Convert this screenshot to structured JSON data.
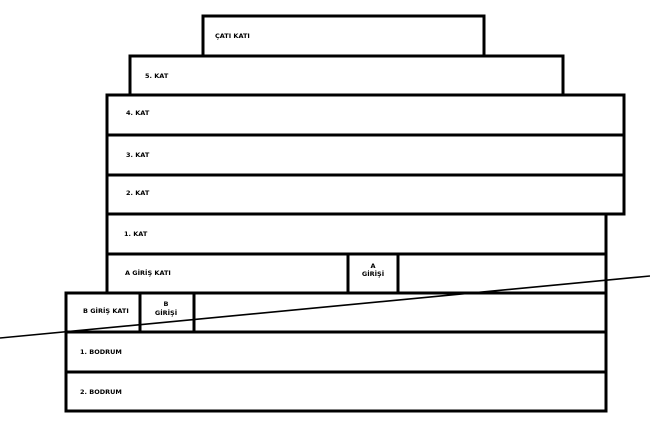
{
  "floors": {
    "cati": "ÇATI KATI",
    "kat5": "5. KAT",
    "kat4": "4. KAT",
    "kat3": "3. KAT",
    "kat2": "2. KAT",
    "kat1": "1. KAT",
    "a_giris_kati": "A GİRİŞ KATI",
    "b_giris_kati": "B GİRİŞ KATI",
    "bodrum1": "1. BODRUM",
    "bodrum2": "2. BODRUM"
  },
  "entrances": {
    "a_letter": "A",
    "a_label": "GİRİŞİ",
    "b_letter": "B",
    "b_label": "GİRİŞİ"
  }
}
